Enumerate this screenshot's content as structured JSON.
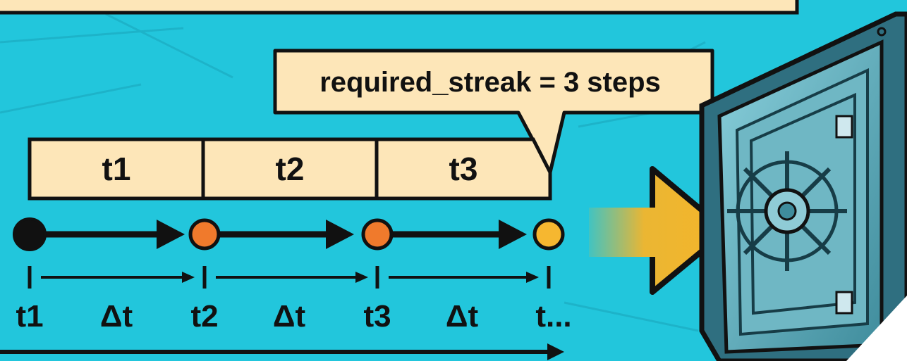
{
  "callout": {
    "text": "required_streak = 3 steps"
  },
  "segments": [
    "t1",
    "t2",
    "t3"
  ],
  "ticks": [
    "t1",
    "Δt",
    "t2",
    "Δt",
    "t3",
    "Δt",
    "t..."
  ],
  "node_colors": [
    "#111111",
    "#f07a2c",
    "#f07a2c",
    "#f6b730"
  ],
  "colors": {
    "background": "#22c6dc",
    "box_fill": "#fde6b8",
    "arrow_fill": "#f5b52a",
    "vault": "#5da9b8"
  },
  "icons": {
    "vault": "vault-door-icon",
    "arrow": "big-arrow-icon"
  }
}
